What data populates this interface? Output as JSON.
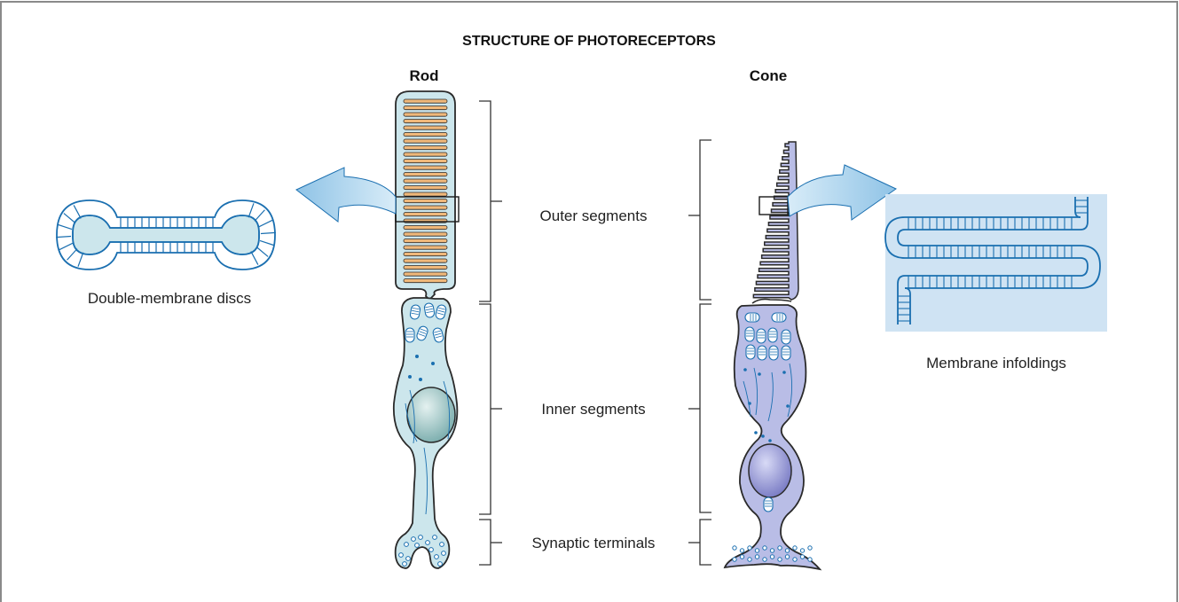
{
  "title": "STRUCTURE OF PHOTORECEPTORS",
  "cells": {
    "rod": {
      "name": "Rod"
    },
    "cone": {
      "name": "Cone"
    }
  },
  "labels": {
    "outer_segments": "Outer segments",
    "inner_segments": "Inner segments",
    "synaptic_terminals": "Synaptic terminals",
    "double_membrane_discs": "Double-membrane discs",
    "membrane_infoldings": "Membrane infoldings"
  },
  "colors": {
    "rod_fill": "#cce6ec",
    "rod_disc": "#f0b87a",
    "cone_fill": "#b9bde6",
    "nucleus_rod": "#8fbcbc",
    "nucleus_cone": "#8e8fd0",
    "membrane_blue": "#1a6fb0",
    "arrow_blue": "#a7d2ec",
    "infold_bg": "#cfe3f3",
    "frame": "#8a8a8a"
  }
}
